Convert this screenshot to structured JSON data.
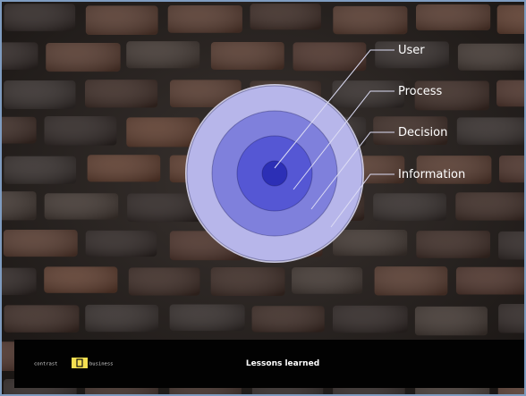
{
  "diagram": {
    "layers": [
      {
        "label": "User",
        "color": "#2c2fb6"
      },
      {
        "label": "Process",
        "color": "#5557d4"
      },
      {
        "label": "Decision",
        "color": "#7f80dc"
      },
      {
        "label": "Information",
        "color": "#b7b6ea"
      }
    ]
  },
  "footer": {
    "logo_left": "contrast",
    "logo_right": "business",
    "caption": "Lessons learned"
  },
  "colors": {
    "wall": "#2a2522",
    "mortar": "#151210",
    "footer_bg": "#020202",
    "logo_yellow": "#f5e051",
    "label_text": "#ffffff",
    "leader_line": "#dcdcf4"
  }
}
